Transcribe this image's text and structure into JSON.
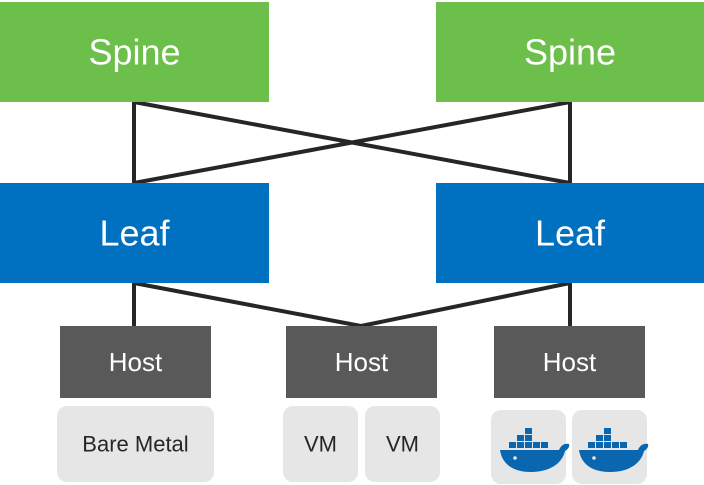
{
  "colors": {
    "spine": "#6dbf4b",
    "leaf": "#0070c0",
    "host": "#595959",
    "workload": "#e6e6e6",
    "link": "#262626",
    "docker": "#0b66b0"
  },
  "spines": [
    {
      "label": "Spine"
    },
    {
      "label": "Spine"
    }
  ],
  "leaves": [
    {
      "label": "Leaf"
    },
    {
      "label": "Leaf"
    }
  ],
  "hosts": [
    {
      "label": "Host",
      "workloads": [
        {
          "label": "Bare Metal"
        }
      ]
    },
    {
      "label": "Host",
      "workloads": [
        {
          "label": "VM"
        },
        {
          "label": "VM"
        }
      ]
    },
    {
      "label": "Host",
      "workloads": [
        {
          "icon": "docker-whale-icon"
        },
        {
          "icon": "docker-whale-icon"
        }
      ]
    }
  ]
}
